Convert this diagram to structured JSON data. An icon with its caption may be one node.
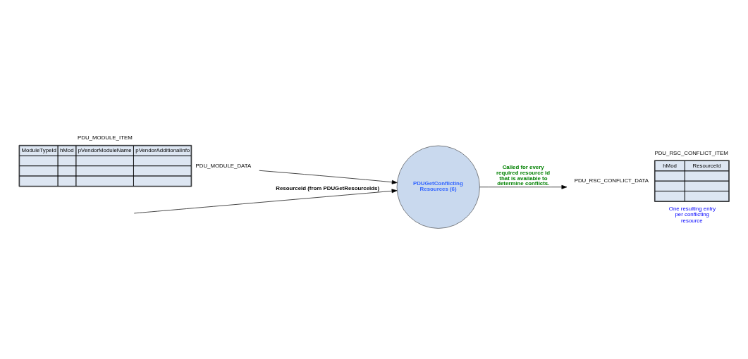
{
  "diagram": {
    "nodes": [
      {
        "text": [
          "PDU_MODULE_ITEM",
          "ModuleTypeId",
          "hMod",
          "pVendorModuleName",
          "pVendorAdditionalInfo"
        ],
        "beside": [
          "PDU_MODULE_DATA"
        ]
      },
      {
        "text": [
          "PDUGetConflicting Resources (6)"
        ]
      },
      {
        "text": [
          "PDU_RSC_CONFLICT_ITEM",
          "hMod",
          "ResourceId"
        ],
        "beside": [
          "PDU_RSC_CONFLICT_DATA",
          "One resulting entry per conflicting resource"
        ]
      }
    ],
    "edges": [
      {
        "from": null,
        "to": 1,
        "arrow": "to",
        "label": "ResourceId (from PDUGetResourceIds)"
      },
      {
        "from": 0,
        "to": 1,
        "arrow": "to"
      },
      {
        "from": 1,
        "to": 2,
        "arrow": "to",
        "label": "Called for every required resource id that is available to determine conflicts."
      }
    ]
  }
}
